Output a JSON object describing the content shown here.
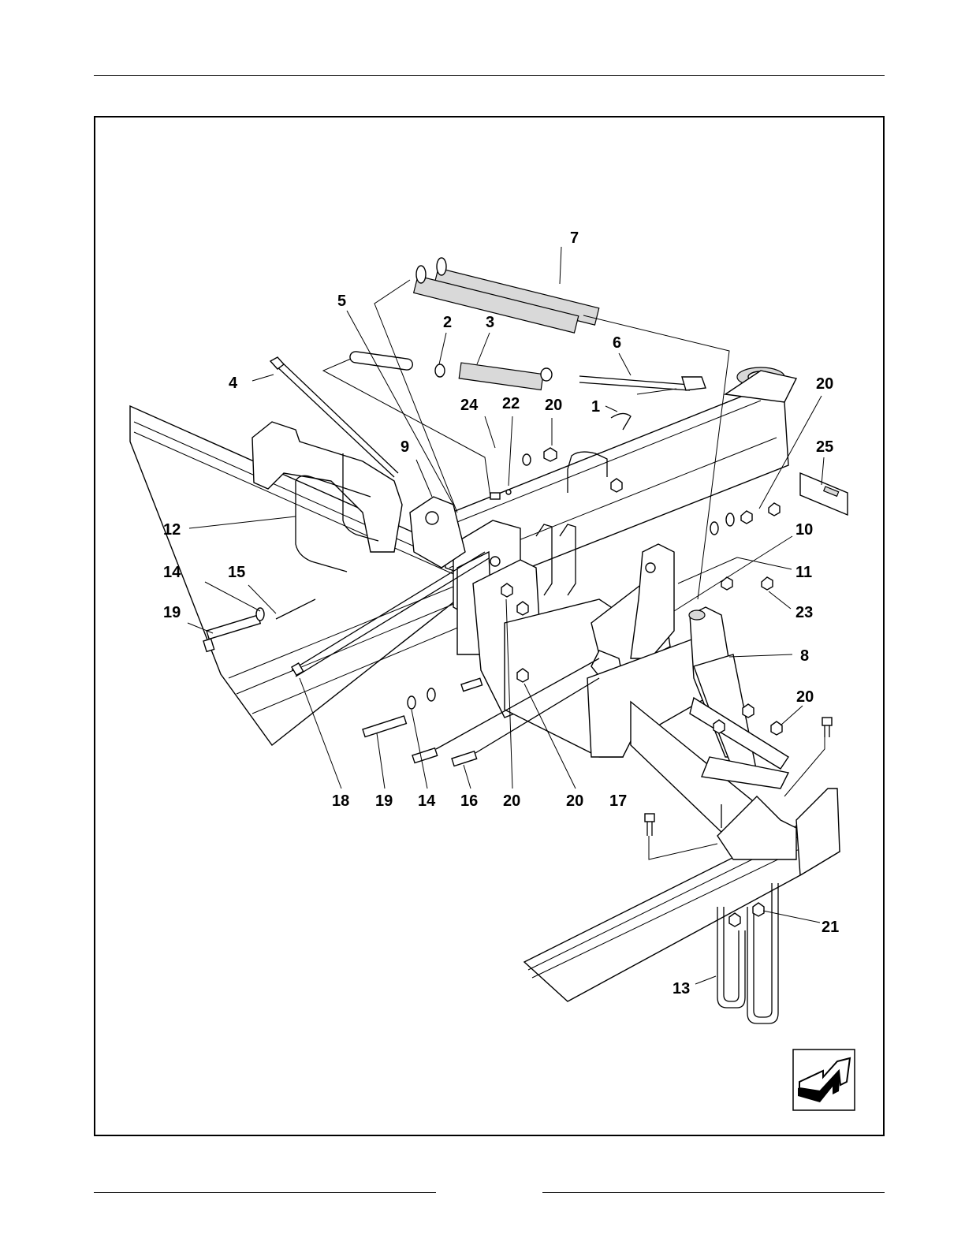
{
  "diagram": {
    "callouts": [
      "7",
      "5",
      "2",
      "3",
      "6",
      "4",
      "24",
      "22",
      "20",
      "1",
      "20",
      "25",
      "9",
      "12",
      "10",
      "14",
      "15",
      "11",
      "19",
      "23",
      "8",
      "20",
      "18",
      "19",
      "14",
      "16",
      "20",
      "20",
      "17",
      "21",
      "13"
    ]
  },
  "icons": {
    "next_page": "next-page-arrow-icon"
  }
}
